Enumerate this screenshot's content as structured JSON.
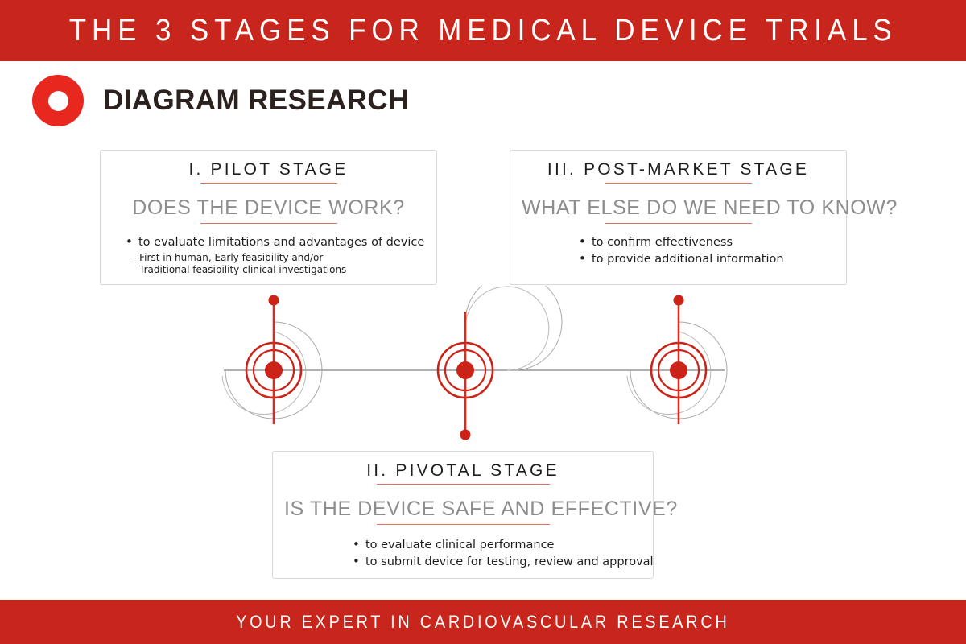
{
  "header": {
    "title": "THE 3 STAGES FOR MEDICAL DEVICE TRIALS",
    "background_color": "#C8251C",
    "text_color": "#FFFFFF"
  },
  "brand": {
    "logo_icon": "red-ring-logo-icon",
    "name": "DIAGRAM RESEARCH",
    "logo_color": "#E8281E",
    "name_color": "#2B211E"
  },
  "theme": {
    "accent_red": "#C8251C",
    "marker_red": "#CC2318",
    "rule_red": "#DD7166",
    "card_border": "#D8D8D8",
    "question_gray": "#8D8D8D",
    "line_gray": "#808080"
  },
  "cards": [
    {
      "id": "pilot",
      "title": "I. PILOT STAGE",
      "question": "DOES THE DEVICE WORK?",
      "bullets": [
        "to evaluate limitations and advantages of device"
      ],
      "subnotes": [
        "- First in human, Early feasibility and/or",
        "Traditional feasibility clinical investigations"
      ]
    },
    {
      "id": "post-market",
      "title": "III. POST-MARKET STAGE",
      "question": "WHAT ELSE DO WE NEED TO KNOW?",
      "bullets": [
        "to confirm effectiveness",
        "to provide additional information"
      ],
      "subnotes": []
    },
    {
      "id": "pivotal",
      "title": "II. PIVOTAL STAGE",
      "question": "IS THE DEVICE SAFE AND EFFECTIVE?",
      "bullets": [
        "to evaluate clinical performance",
        "to submit device for testing, review and approval"
      ],
      "subnotes": []
    }
  ],
  "diagram": {
    "markers": [
      {
        "id": "marker-pilot",
        "label_direction": "up"
      },
      {
        "id": "marker-pivotal",
        "label_direction": "down"
      },
      {
        "id": "marker-post-market",
        "label_direction": "up"
      }
    ]
  },
  "footer": {
    "tagline": "YOUR EXPERT IN CARDIOVASCULAR RESEARCH",
    "background_color": "#C8251C",
    "text_color": "#FFFFFF"
  }
}
